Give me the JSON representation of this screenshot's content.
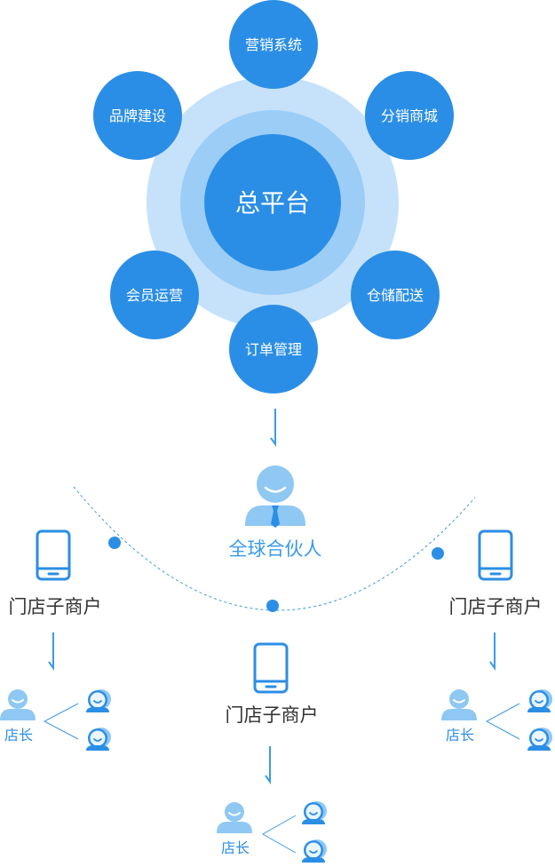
{
  "platform": {
    "center_label": "总平台",
    "modules": [
      {
        "label": "营销系统"
      },
      {
        "label": "分销商城"
      },
      {
        "label": "仓储配送"
      },
      {
        "label": "订单管理"
      },
      {
        "label": "会员运营"
      },
      {
        "label": "品牌建设"
      }
    ]
  },
  "partner": {
    "label": "全球合伙人"
  },
  "stores": [
    {
      "label": "门店子商户",
      "manager_label": "店长"
    },
    {
      "label": "门店子商户",
      "manager_label": "店长"
    },
    {
      "label": "门店子商户",
      "manager_label": "店长"
    }
  ],
  "colors": {
    "primary": "#2b8ee6",
    "ring_outer": "#c6e2fa",
    "ring_inner": "#9ccdf7",
    "person": "#8ec8f3",
    "arc": "#3d9ae8",
    "store_text": "#333333",
    "partner_text": "#3a9be8"
  }
}
